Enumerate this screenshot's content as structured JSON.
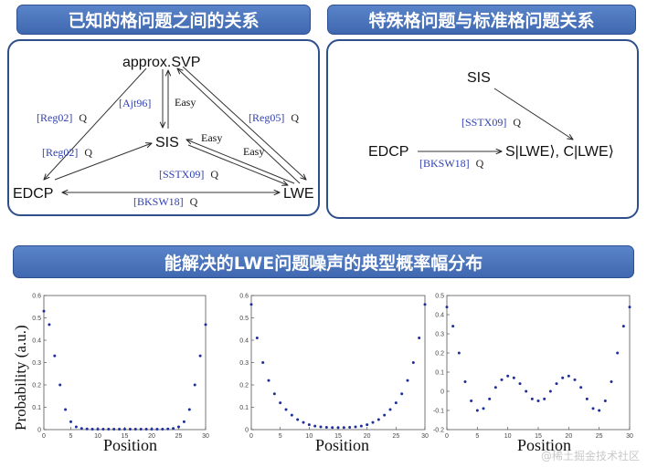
{
  "headers": {
    "left": "已知的格问题之间的关系",
    "right": "特殊格问题与标准格问题关系",
    "bottom": "能解决的LWE问题噪声的典型概率幅分布"
  },
  "left_diagram": {
    "nodes": {
      "approx_svp": "approx.SVP",
      "sis": "SIS",
      "edcp": "EDCP",
      "lwe": "LWE"
    },
    "labels": {
      "reg02_top_cite": "[Reg02]",
      "reg02_top_q": "Q",
      "ajt96": "[Ajt96]",
      "easy_top": "Easy",
      "reg05_cite": "[Reg05]",
      "reg05_q": "Q",
      "easy_mid": "Easy",
      "easy_lwe": "Easy",
      "reg02_low_cite": "[Reg02]",
      "reg02_low_q": "Q",
      "sstx09_cite": "[SSTX09]",
      "sstx09_q": "Q",
      "bksw18_cite": "[BKSW18]",
      "bksw18_q": "Q"
    }
  },
  "right_diagram": {
    "nodes": {
      "sis": "SIS",
      "edcp": "EDCP",
      "target": "S|LWE⟩, C|LWE⟩"
    },
    "labels": {
      "sstx09_cite": "[SSTX09]",
      "sstx09_q": "Q",
      "bksw18_cite": "[BKSW18]",
      "bksw18_q": "Q"
    }
  },
  "chart_data": [
    {
      "type": "scatter",
      "xlabel": "Position",
      "ylabel": "Probability (a.u.)",
      "xlim": [
        0,
        30
      ],
      "ylim": [
        0,
        0.6
      ],
      "xticks": [
        0,
        5,
        10,
        15,
        20,
        25,
        30
      ],
      "yticks": [
        0,
        0.1,
        0.2,
        0.3,
        0.4,
        0.5,
        0.6
      ],
      "x": [
        0,
        1,
        2,
        3,
        4,
        5,
        6,
        7,
        8,
        9,
        10,
        11,
        12,
        13,
        14,
        15,
        16,
        17,
        18,
        19,
        20,
        21,
        22,
        23,
        24,
        25,
        26,
        27,
        28,
        29,
        30
      ],
      "y": [
        0.53,
        0.47,
        0.33,
        0.2,
        0.09,
        0.035,
        0.012,
        0.005,
        0.003,
        0.002,
        0.002,
        0.002,
        0.002,
        0.002,
        0.002,
        0.002,
        0.002,
        0.002,
        0.002,
        0.002,
        0.002,
        0.002,
        0.002,
        0.003,
        0.005,
        0.012,
        0.035,
        0.09,
        0.2,
        0.33,
        0.47
      ]
    },
    {
      "type": "scatter",
      "xlabel": "Position",
      "ylabel": "",
      "xlim": [
        0,
        30
      ],
      "ylim": [
        0,
        0.6
      ],
      "xticks": [
        0,
        5,
        10,
        15,
        20,
        25,
        30
      ],
      "yticks": [
        0,
        0.1,
        0.2,
        0.3,
        0.4,
        0.5,
        0.6
      ],
      "x": [
        0,
        1,
        2,
        3,
        4,
        5,
        6,
        7,
        8,
        9,
        10,
        11,
        12,
        13,
        14,
        15,
        16,
        17,
        18,
        19,
        20,
        21,
        22,
        23,
        24,
        25,
        26,
        27,
        28,
        29,
        30
      ],
      "y": [
        0.56,
        0.41,
        0.3,
        0.22,
        0.16,
        0.12,
        0.09,
        0.065,
        0.045,
        0.032,
        0.022,
        0.016,
        0.012,
        0.01,
        0.009,
        0.009,
        0.009,
        0.01,
        0.012,
        0.016,
        0.022,
        0.032,
        0.045,
        0.065,
        0.09,
        0.12,
        0.16,
        0.22,
        0.3,
        0.41,
        0.56
      ]
    },
    {
      "type": "scatter",
      "xlabel": "Position",
      "ylabel": "",
      "xlim": [
        0,
        30
      ],
      "ylim": [
        -0.2,
        0.5
      ],
      "xticks": [
        0,
        5,
        10,
        15,
        20,
        25,
        30
      ],
      "yticks": [
        -0.2,
        -0.1,
        0,
        0.1,
        0.2,
        0.3,
        0.4,
        0.5
      ],
      "x": [
        0,
        1,
        2,
        3,
        4,
        5,
        6,
        7,
        8,
        9,
        10,
        11,
        12,
        13,
        14,
        15,
        16,
        17,
        18,
        19,
        20,
        21,
        22,
        23,
        24,
        25,
        26,
        27,
        28,
        29,
        30
      ],
      "y": [
        0.44,
        0.34,
        0.2,
        0.05,
        -0.05,
        -0.1,
        -0.09,
        -0.04,
        0.02,
        0.06,
        0.08,
        0.07,
        0.04,
        0.0,
        -0.04,
        -0.05,
        -0.04,
        0.0,
        0.04,
        0.07,
        0.08,
        0.06,
        0.02,
        -0.04,
        -0.09,
        -0.1,
        -0.05,
        0.05,
        0.2,
        0.34,
        0.44
      ]
    }
  ],
  "watermark": "@稀土掘金技术社区"
}
